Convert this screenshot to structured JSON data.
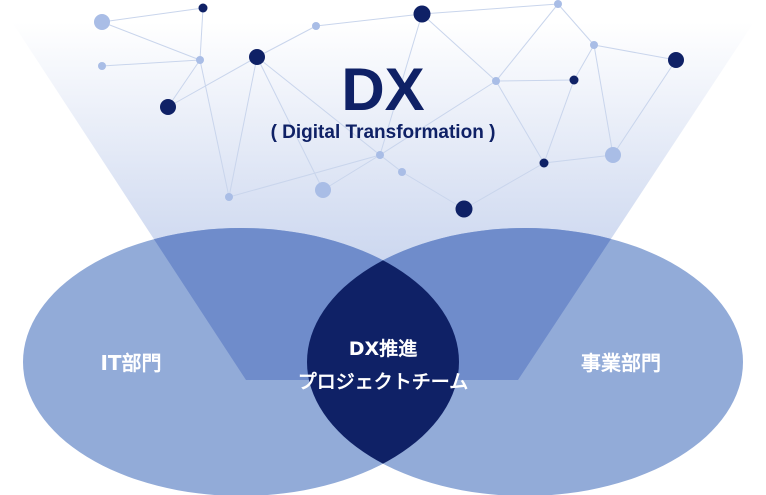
{
  "header": {
    "title": "DX",
    "subtitle": "( Digital Transformation )"
  },
  "venn": {
    "left_label": "IT部門",
    "right_label": "事業部門",
    "center_label_line1": "DX推進",
    "center_label_line2": "プロジェクトチーム"
  },
  "colors": {
    "dark_navy": "#0f2166",
    "circle_light": "#92abd8",
    "overlap_mid": "#6f8ccb",
    "node_light": "#a9bde6",
    "line": "#c9d5ec"
  }
}
